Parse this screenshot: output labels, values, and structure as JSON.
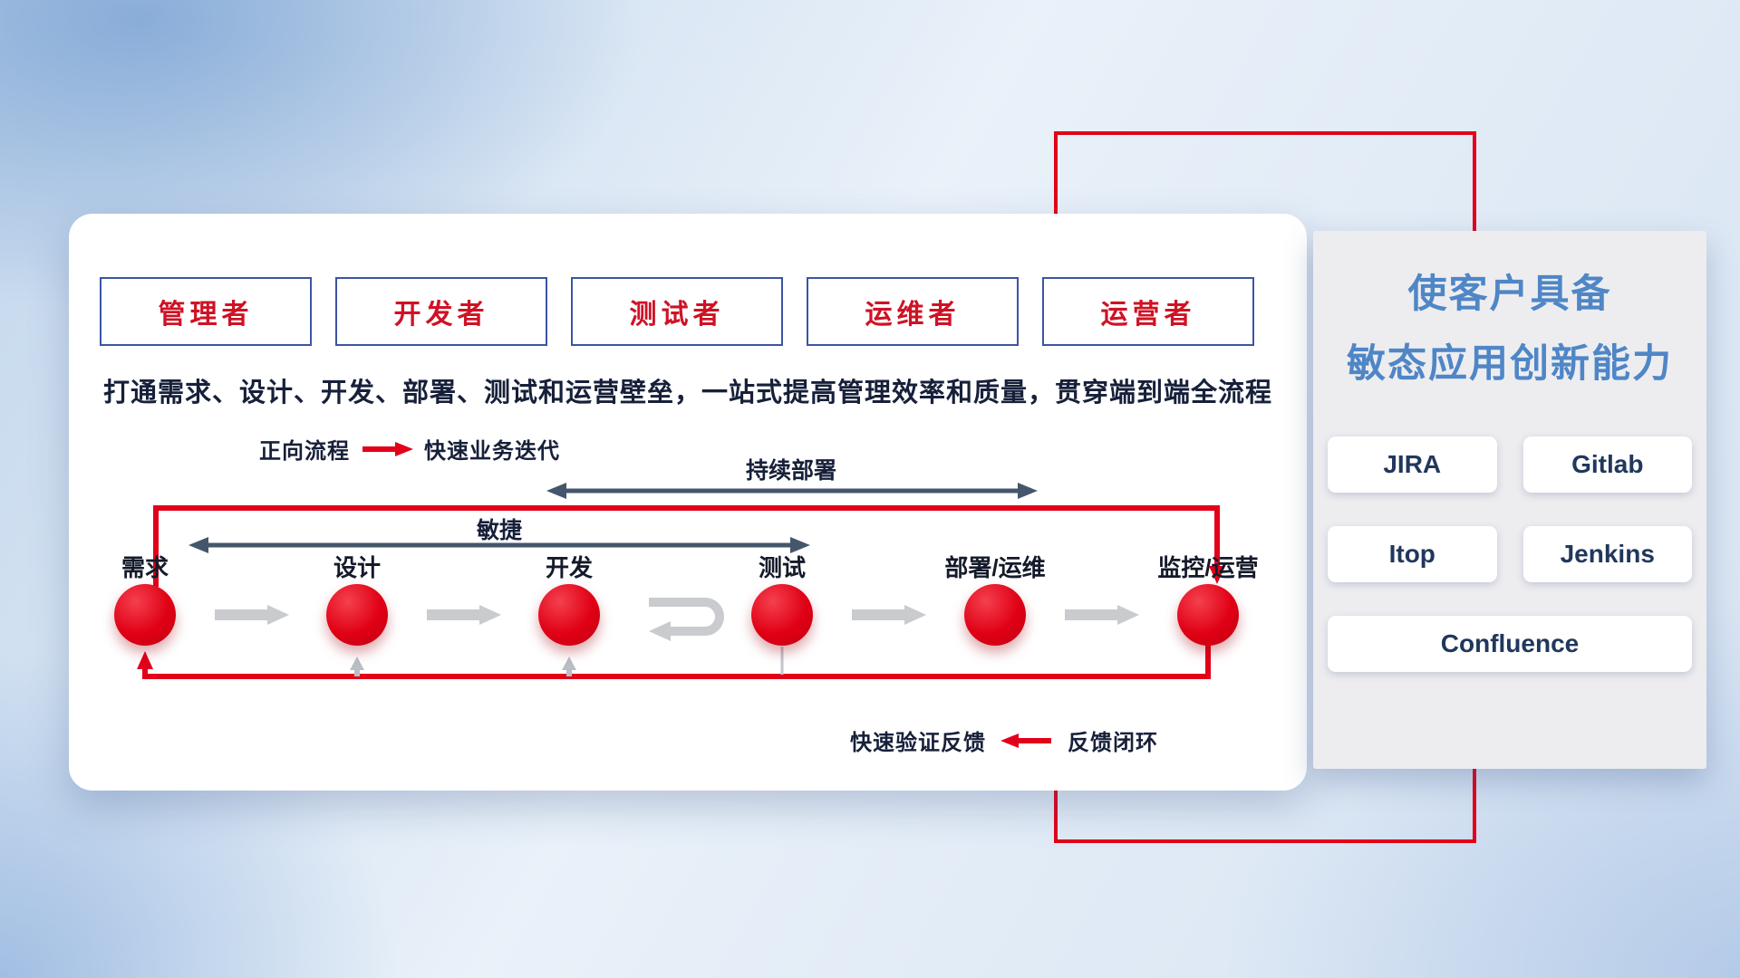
{
  "roles": [
    {
      "label": "管理者"
    },
    {
      "label": "开发者"
    },
    {
      "label": "测试者"
    },
    {
      "label": "运维者"
    },
    {
      "label": "运营者"
    }
  ],
  "description": "打通需求、设计、开发、部署、测试和运营壁垒，一站式提高管理效率和质量，贯穿端到端全流程",
  "legends": {
    "forward_label": "正向流程",
    "forward_value": "快速业务迭代",
    "feedback_value": "快速验证反馈",
    "feedback_label": "反馈闭环"
  },
  "flow": {
    "deploy_label": "持续部署",
    "agile_label": "敏捷",
    "steps": [
      {
        "label": "需求"
      },
      {
        "label": "设计"
      },
      {
        "label": "开发"
      },
      {
        "label": "测试"
      },
      {
        "label": "部署/运维"
      },
      {
        "label": "监控/运营"
      }
    ]
  },
  "panel": {
    "title_line1": "使客户具备",
    "title_line2": "敏态应用创新能力",
    "tools": [
      {
        "label": "JIRA"
      },
      {
        "label": "Gitlab"
      },
      {
        "label": "Itop"
      },
      {
        "label": "Jenkins"
      },
      {
        "label": "Confluence"
      }
    ]
  },
  "icons": {
    "forward_arrow": "red right arrow",
    "feedback_arrow": "red left arrow",
    "iteration_arrow": "gray loop-back arrow",
    "step_arrow": "gray right arrow",
    "double_arrow": "slate double-headed arrow"
  },
  "colors": {
    "accent_red": "#e2001a",
    "role_text_red": "#cf1225",
    "role_border_navy": "#3a55a4",
    "title_blue": "#4f86c6",
    "text_navy": "#17203a",
    "slate_arrow": "#44566b",
    "gray_arrow": "#c9cbce",
    "panel_bg": "#ededf0"
  }
}
